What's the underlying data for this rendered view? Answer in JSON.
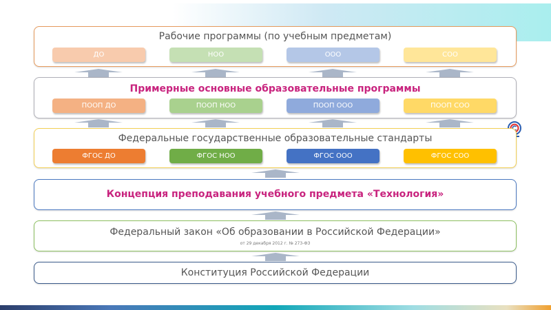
{
  "colors": {
    "accent_title": "#c8237e",
    "do": "#ed7d31",
    "noo": "#70ad47",
    "ooo": "#4472c4",
    "soo": "#ffc000"
  },
  "work_programs": {
    "title": "Рабочие программы (по учебным предметам)",
    "items": [
      "ДО",
      "НОО",
      "ООО",
      "СОО"
    ]
  },
  "poop": {
    "title": "Примерные основные образовательные программы",
    "items": [
      "ПООП ДО",
      "ПООП НОО",
      "ПООП ООО",
      "ПООП СОО"
    ]
  },
  "fgos": {
    "title": "Федеральные государственные образовательные стандарты",
    "items": [
      "ФГОС ДО",
      "ФГОС НОО",
      "ФГОС ООО",
      "ФГОС СОО"
    ]
  },
  "concept": {
    "title": "Концепция преподавания учебного предмета «Технология»"
  },
  "law": {
    "title": "Федеральный закон «Об образовании в Российской Федерации»",
    "subtitle": "от 29 декабря 2012 г. № 273-ФЗ"
  },
  "constitution": {
    "title": "Конституция Российской Федерации"
  },
  "logo": {
    "icon": "copyright-globe-logo"
  }
}
